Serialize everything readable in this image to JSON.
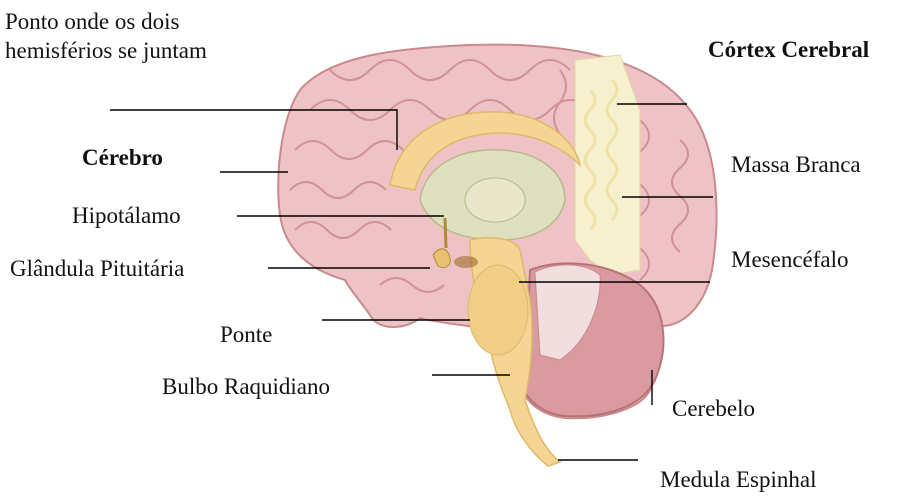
{
  "labels": {
    "ponto": "Ponto onde os dois\nhemisférios se juntam",
    "cortex": "Córtex Cerebral",
    "cerebro": "Cérebro",
    "massa_branca": "Massa Branca",
    "hipotalamo": "Hipotálamo",
    "mesencefalo": "Mesencéfalo",
    "glandula": "Glândula Pituitária",
    "ponte": "Ponte",
    "bulbo": "Bulbo Raquidiano",
    "cerebelo": "Cerebelo",
    "medula": "Medula Espinhal"
  },
  "colors": {
    "cortex_pink": "#efc3c5",
    "cortex_dark": "#c98a8e",
    "white_matter": "#f6f0cf",
    "inner_tan": "#f4d593",
    "limbic_green": "#dfe0bf",
    "cerebellum": "#d99ba0",
    "leader_line": "#000000"
  }
}
